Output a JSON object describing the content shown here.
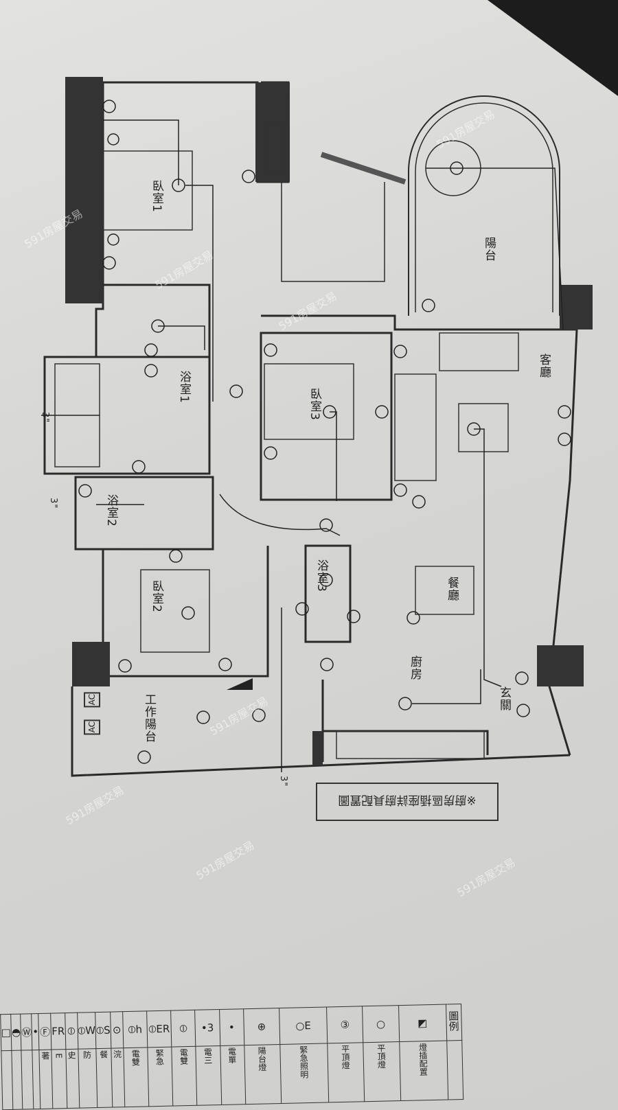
{
  "rooms": {
    "bedroom1": "臥室1",
    "bathroom1": "浴室1",
    "bedroom3": "臥室3",
    "living_room": "客廳",
    "balcony": "陽台",
    "bathroom2": "浴室2",
    "bedroom2": "臥室2",
    "bathroom3": "浴室3",
    "dining_room": "餐廳",
    "kitchen": "廚房",
    "entrance": "玄關",
    "service_balcony": "工作陽台"
  },
  "pipe_labels": [
    "3\"",
    "3\"",
    "3\""
  ],
  "ac_labels": [
    "AC",
    "AC"
  ],
  "note": "※廚房區插座詳廚具配置圖",
  "watermark": "591房屋交易",
  "legend": {
    "header": "圖例",
    "items": [
      {
        "symbol": "◩",
        "label": "燈插配置"
      },
      {
        "symbol": "○",
        "label": "平頂燈"
      },
      {
        "symbol": "③",
        "label": "平頂燈"
      },
      {
        "symbol": "○E",
        "label": "緊急照明"
      },
      {
        "symbol": "⊕",
        "label": "陽台燈"
      },
      {
        "symbol": "•",
        "label": "電單"
      },
      {
        "symbol": "•3",
        "label": "電三"
      },
      {
        "symbol": "⦶",
        "label": "電雙"
      },
      {
        "symbol": "⦶ER",
        "label": "緊急"
      },
      {
        "symbol": "⦶h",
        "label": "電雙"
      },
      {
        "symbol": "⊙",
        "label": "浣"
      },
      {
        "symbol": "⦶S",
        "label": "餐"
      },
      {
        "symbol": "⦶W",
        "label": "防"
      },
      {
        "symbol": "⦶",
        "label": "史"
      },
      {
        "symbol": "FR",
        "label": "E"
      },
      {
        "symbol": "Ⓕ",
        "label": "著"
      },
      {
        "symbol": "•",
        "label": ""
      },
      {
        "symbol": "Ⓦ",
        "label": ""
      },
      {
        "symbol": "◓",
        "label": ""
      },
      {
        "symbol": "□",
        "label": ""
      }
    ]
  }
}
